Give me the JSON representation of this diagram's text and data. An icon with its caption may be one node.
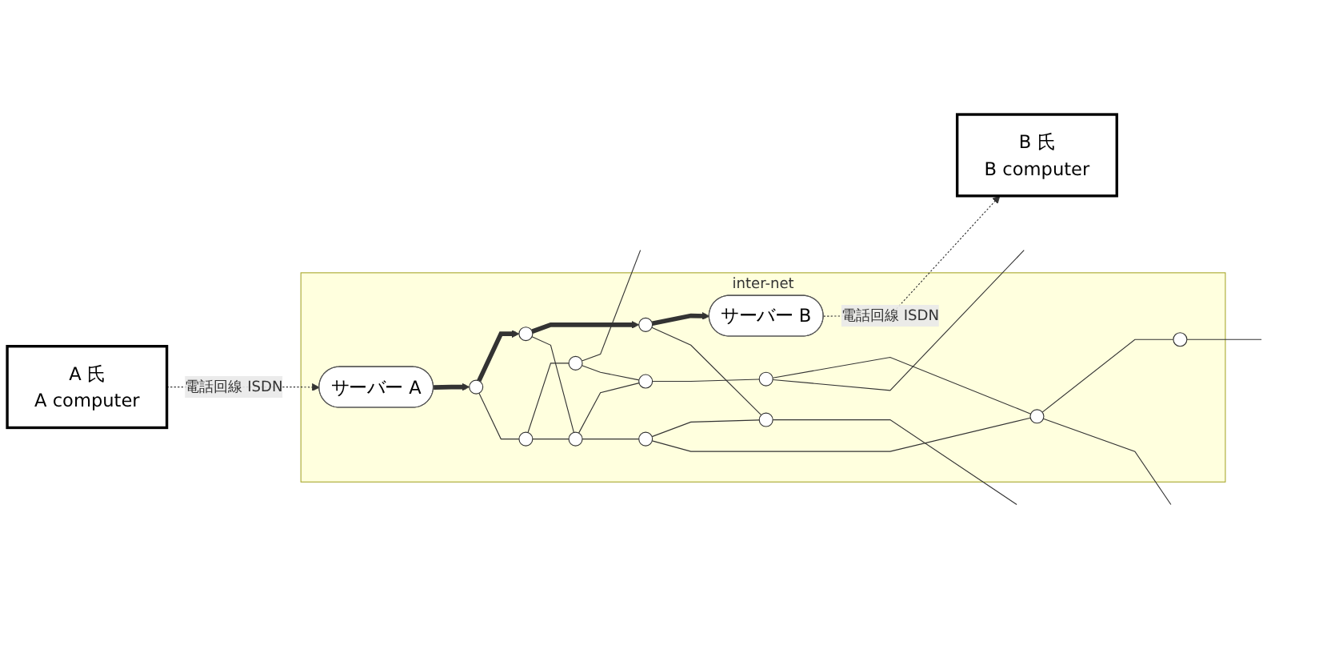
{
  "diagram": {
    "nodes": [
      {
        "text": [
          "inter-net"
        ]
      },
      {
        "text": [
          "A 氏",
          "A computer"
        ]
      },
      {
        "text": [
          "B 氏",
          "B computer"
        ]
      },
      {
        "text": [
          "サーバー A"
        ],
        "in": 0
      },
      {
        "text": [
          "サーバー B"
        ],
        "in": 0
      },
      {
        "text": [],
        "shape": "circle",
        "in": 0
      },
      {
        "text": [],
        "shape": "circle",
        "in": 0
      },
      {
        "text": [],
        "shape": "circle",
        "in": 0
      },
      {
        "text": [],
        "shape": "circle",
        "in": 0
      },
      {
        "text": [],
        "shape": "circle",
        "in": 0
      },
      {
        "text": [],
        "shape": "circle",
        "in": 0
      },
      {
        "text": [],
        "shape": "circle",
        "in": 0
      },
      {
        "text": [],
        "shape": "circle",
        "in": 0
      },
      {
        "text": [],
        "shape": "circle",
        "in": 0
      },
      {
        "text": [],
        "shape": "circle",
        "in": 0
      },
      {
        "text": [],
        "shape": "circle",
        "in": 0
      },
      {
        "text": [],
        "shape": "circle",
        "in": 0
      }
    ],
    "edges": [
      {
        "from": 1,
        "to": 3,
        "arrow": "to",
        "style": "dashed",
        "label": "電話回線 ISDN"
      },
      {
        "from": 3,
        "to": 5,
        "arrow": "to",
        "style": "thick"
      },
      {
        "from": 5,
        "to": 8,
        "arrow": "to",
        "style": "thick"
      },
      {
        "from": 8,
        "to": 12,
        "arrow": "to",
        "style": "thick"
      },
      {
        "from": 12,
        "to": 4,
        "arrow": "to",
        "style": "thick"
      },
      {
        "from": 4,
        "to": 2,
        "arrow": "to",
        "style": "dashed",
        "label": "電話回線 ISDN"
      },
      {
        "from": 5,
        "to": 6,
        "arrow": "none"
      },
      {
        "from": 6,
        "to": 7,
        "arrow": "none"
      },
      {
        "from": 7,
        "to": null,
        "arrow": "none"
      },
      {
        "from": 6,
        "to": 9,
        "arrow": "none"
      },
      {
        "from": 7,
        "to": 10,
        "arrow": "none"
      },
      {
        "from": 8,
        "to": 9,
        "arrow": "none"
      },
      {
        "from": 9,
        "to": 10,
        "arrow": "none"
      },
      {
        "from": 10,
        "to": 11,
        "arrow": "none"
      },
      {
        "from": 11,
        "to": 14,
        "arrow": "none"
      },
      {
        "from": 11,
        "to": null,
        "arrow": "none"
      },
      {
        "from": 9,
        "to": 13,
        "arrow": "none"
      },
      {
        "from": 12,
        "to": 15,
        "arrow": "none"
      },
      {
        "from": 13,
        "to": 15,
        "arrow": "none"
      },
      {
        "from": 13,
        "to": 14,
        "arrow": "none"
      },
      {
        "from": 14,
        "to": 16,
        "arrow": "none"
      },
      {
        "from": 14,
        "to": null,
        "arrow": "none"
      },
      {
        "from": 15,
        "to": null,
        "arrow": "none"
      },
      {
        "from": 16,
        "to": null,
        "arrow": "none"
      }
    ]
  }
}
